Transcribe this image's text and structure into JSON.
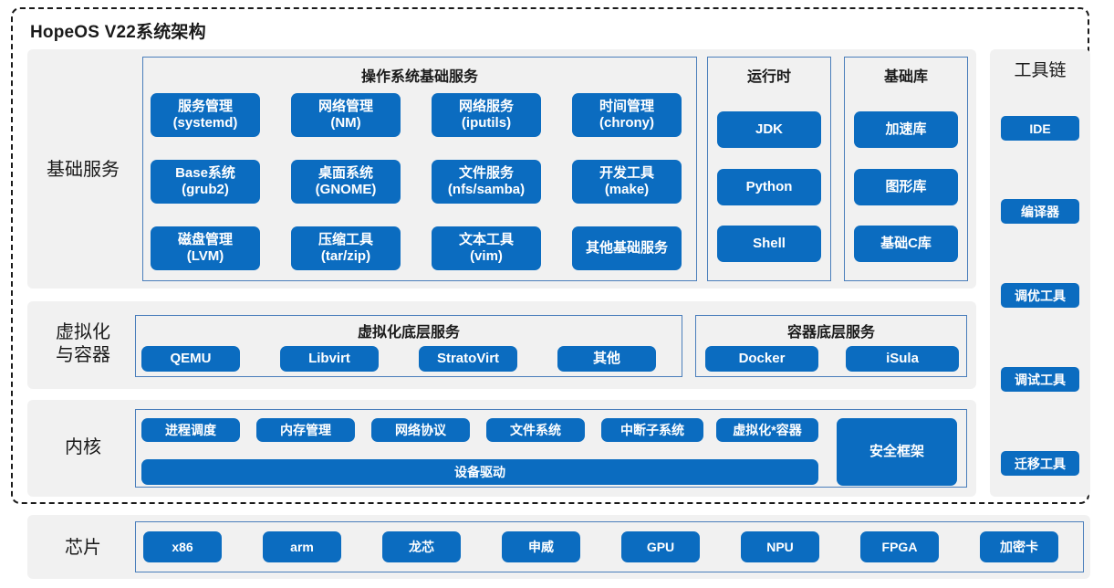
{
  "title": "HopeOS V22系统架构",
  "rows": {
    "base_services": {
      "label": "基础服务",
      "groups": [
        {
          "title": "操作系统基础服务",
          "items": [
            "服务管理\n(systemd)",
            "网络管理\n(NM)",
            "网络服务\n(iputils)",
            "时间管理\n(chrony)",
            "Base系统\n(grub2)",
            "桌面系统\n(GNOME)",
            "文件服务\n(nfs/samba)",
            "开发工具\n(make)",
            "磁盘管理\n(LVM)",
            "压缩工具\n(tar/zip)",
            "文本工具\n(vim)",
            "其他基础服务"
          ]
        },
        {
          "title": "运行时",
          "items": [
            "JDK",
            "Python",
            "Shell"
          ]
        },
        {
          "title": "基础库",
          "items": [
            "加速库",
            "图形库",
            "基础C库"
          ]
        }
      ]
    },
    "virtualization": {
      "label": "虚拟化\n与容器",
      "groups": [
        {
          "title": "虚拟化底层服务",
          "items": [
            "QEMU",
            "Libvirt",
            "StratoVirt",
            "其他"
          ]
        },
        {
          "title": "容器底层服务",
          "items": [
            "Docker",
            "iSula"
          ]
        }
      ]
    },
    "kernel": {
      "label": "内核",
      "modules": [
        "进程调度",
        "内存管理",
        "网络协议",
        "文件系统",
        "中断子系统",
        "虚拟化*容器"
      ],
      "driver": "设备驱动",
      "security": "安全框架"
    },
    "chips": {
      "label": "芯片",
      "items": [
        "x86",
        "arm",
        "龙芯",
        "申威",
        "GPU",
        "NPU",
        "FPGA",
        "加密卡"
      ]
    }
  },
  "toolchain": {
    "title": "工具链",
    "items": [
      "IDE",
      "编译器",
      "调优工具",
      "调试工具",
      "迁移工具"
    ]
  },
  "colors": {
    "chip_blue": "#0b6cc0",
    "panel_gray": "#f1f1f1",
    "group_border": "#4a7ebb",
    "frame": "#1a1a1a"
  }
}
